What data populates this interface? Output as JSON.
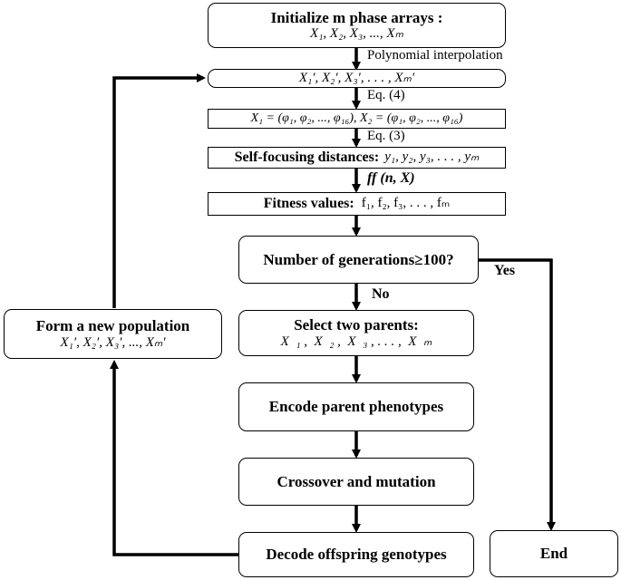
{
  "nodes": {
    "init": {
      "title": "Initialize m phase arrays :",
      "formula": "X₁, X₂, X₃, ..., Xₘ"
    },
    "interp": {
      "formula": "X₁′, X₂′, X₃′, . . . , Xₘ′"
    },
    "phases": {
      "formula": "X₁ = (φ₁, φ₂, ..., φ₁₆), X₂ = (φ₁, φ₂, ..., φ₁₆)"
    },
    "selffocus": {
      "label": "Self-focusing distances:",
      "formula": "y₁, y₂, y₃, . . . , yₘ"
    },
    "fitness": {
      "label": "Fitness values:",
      "formula": "f₁, f₂, f₃, . . . , fₘ"
    },
    "decision": {
      "label": "Number of generations≥100?"
    },
    "select": {
      "title": "Select two parents:",
      "formula": "X  ₁ ,  X  ₂ ,  X  ₃ , . . . ,  X  ₘ"
    },
    "encode": {
      "label": "Encode parent phenotypes"
    },
    "crossover": {
      "label": "Crossover and mutation"
    },
    "decode": {
      "label": "Decode offspring genotypes"
    },
    "end": {
      "label": "End"
    },
    "newpop": {
      "title": "Form a new population",
      "formula": "X₁′, X₂′, X₃′, ..., Xₘ′"
    }
  },
  "edge_labels": {
    "interp": "Polynomial interpolation",
    "eq4": "Eq. (4)",
    "eq3": "Eq. (3)",
    "ff": "ff (n, X)",
    "no": "No",
    "yes": "Yes"
  }
}
